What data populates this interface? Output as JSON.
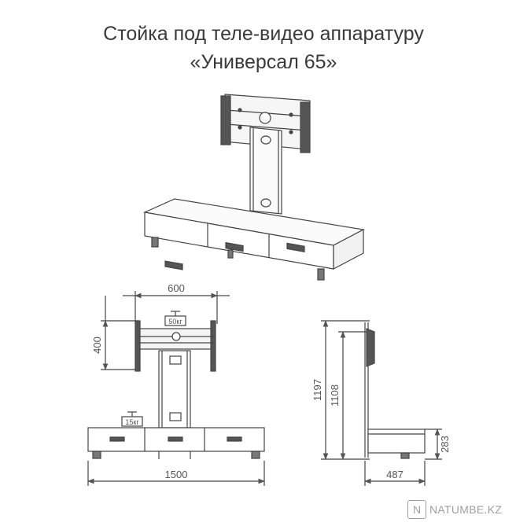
{
  "title": {
    "line1": "Стойка под теле-видео аппаратуру",
    "line2": "«Универсал 65»"
  },
  "front_view": {
    "width_top": "600",
    "height_mount": "400",
    "load_top": "50кг",
    "load_shelf": "15кг",
    "width_total": "1500"
  },
  "side_view": {
    "height_total": "1197",
    "height_pole": "1108",
    "height_base": "283",
    "depth": "487"
  },
  "watermark": {
    "icon_letter": "N",
    "text": "NATUMBE.KZ"
  }
}
